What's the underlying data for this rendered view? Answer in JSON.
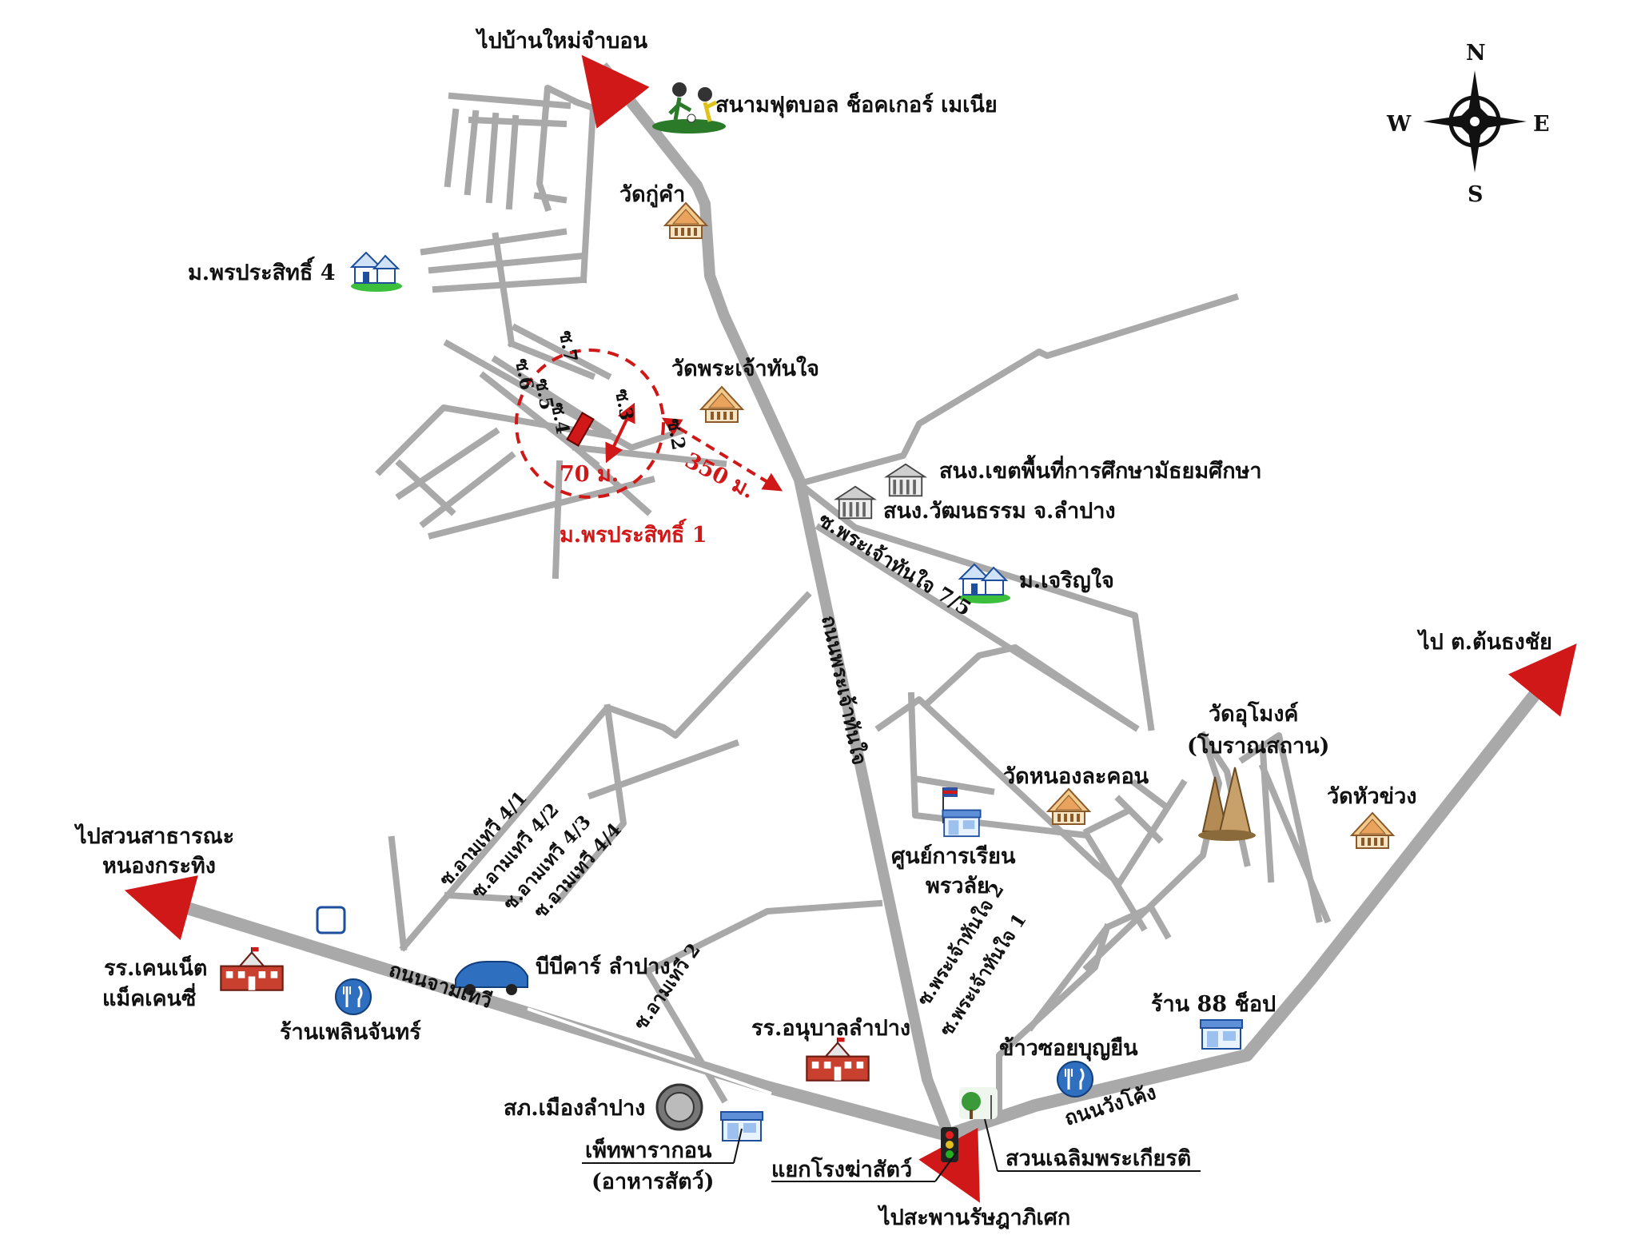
{
  "colors": {
    "road": "#a9a9a9",
    "accent": "#d01818",
    "text": "#111111",
    "background": "#ffffff"
  },
  "compass": {
    "n": "N",
    "s": "S",
    "e": "E",
    "w": "W"
  },
  "directions": {
    "to_ban_mai": "ไปบ้านใหม่จำบอน",
    "to_ton_thong_chai": "ไป ต.ต้นธงชัย",
    "to_park_line1": "ไปสวนสาธารณะ",
    "to_park_line2": "หนองกระทิง",
    "to_bridge": "ไปสะพานรัษฎาภิเศก"
  },
  "places": {
    "football_field": "สนามฟุตบอล ช็อคเกอร์ เมเนีย",
    "wat_ku_kham": "วัดกู่คำ",
    "village_4": "ม.พรประสิทธิ์ 4",
    "wat_phra_chao_than_jai": "วัดพระเจ้าทันใจ",
    "edu_office": "สนง.เขตพื้นที่การศึกษามัธยมศึกษา",
    "culture_office": "สนง.วัฒนธรรม จ.ลำปาง",
    "village_charoen_jai": "ม.เจริญใจ",
    "wat_u_mong_line1": "วัดอุโมงค์",
    "wat_u_mong_line2": "(โบราณสถาน)",
    "wat_nong_la_khon": "วัดหนองละคอน",
    "wat_hua_khuang": "วัดหัวข่วง",
    "learning_center_line1": "ศูนย์การเรียน",
    "learning_center_line2": "พรวลัย",
    "kennedy_school_line1": "รร.เคนเน็ต",
    "kennedy_school_line2": "แม็คเคนซี่",
    "restaurant_phloen_chan": "ร้านเพลินจันทร์",
    "bb_car": "บีบีคาร์ ลำปาง",
    "kindergarten": "รร.อนุบาลลำปาง",
    "shop_88": "ร้าน 88 ช็อป",
    "khao_soi": "ข้าวซอยบุญยืน",
    "police": "สภ.เมืองลำปาง",
    "pet_shop_line1": "เพ็ทพารากอน",
    "pet_shop_line2": "(อาหารสัตว์)",
    "intersection": "แยกโรงฆ่าสัตว์",
    "park": "สวนเฉลิมพระเกียรติ"
  },
  "target": {
    "name": "ม.พรประสิทธิ์ 1",
    "dist_small": "70 ม.",
    "dist_large": "350 ม."
  },
  "roads": {
    "soi_7": "ซ.7",
    "soi_6": "ซ.6",
    "soi_5": "ซ.5",
    "soi_4": "ซ.4",
    "soi_3": "ซ.3",
    "soi_2": "ซ.2",
    "phra_chao_than_jai_7_5": "ซ.พระเจ้าทันใจ 7/5",
    "phra_chao_than_jai_road": "ถนนพระเจ้าทันใจ",
    "amtawee_4_1": "ซ.อามเทวี 4/1",
    "amtawee_4_2": "ซ.อามเทวี 4/2",
    "amtawee_4_3": "ซ.อามเทวี 4/3",
    "amtawee_4_4": "ซ.อามเทวี 4/4",
    "amtawee_road": "ถนนจามเทวี",
    "amtawee_2": "ซ.อามเทวี 2",
    "phra_chao_than_jai_2": "ซ.พระเจ้าทันใจ 2",
    "phra_chao_than_jai_1": "ซ.พระเจ้าทันใจ 1",
    "wang_khong_road": "ถนนวังโค้ง"
  }
}
